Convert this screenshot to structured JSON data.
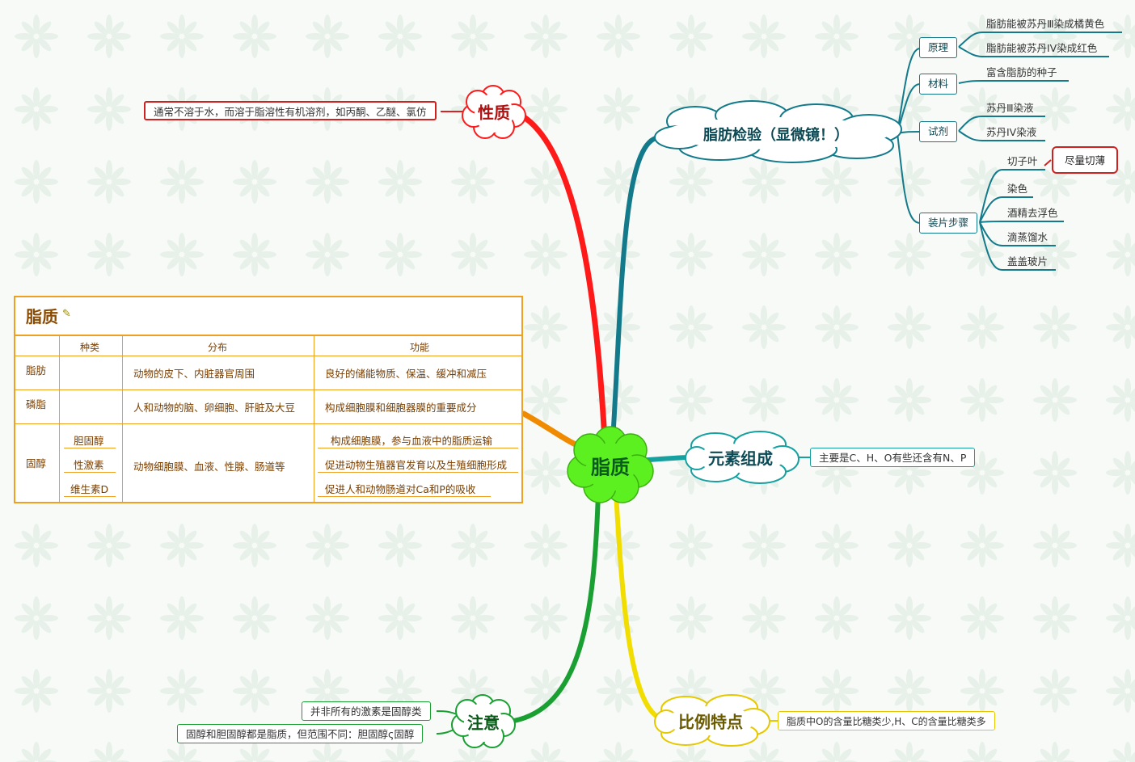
{
  "center": "脂质",
  "branches": {
    "xingzhi": {
      "title": "性质",
      "items": [
        "通常不溶于水，而溶于脂溶性有机溶剂，如丙酮、乙醚、氯仿"
      ]
    },
    "jianyan": {
      "title": "脂肪检验（显微镜！）",
      "yuanli": {
        "label": "原理",
        "items": [
          "脂肪能被苏丹Ⅲ染成橘黄色",
          "脂肪能被苏丹IV染成红色"
        ]
      },
      "cailiao": {
        "label": "材料",
        "items": [
          "富含脂肪的种子"
        ]
      },
      "shiji": {
        "label": "试剂",
        "items": [
          "苏丹Ⅲ染液",
          "苏丹IV染液"
        ]
      },
      "buzhou": {
        "label": "装片步骤",
        "items": [
          "切子叶",
          "染色",
          "酒精去浮色",
          "滴蒸馏水",
          "盖盖玻片"
        ],
        "note": "尽量切薄"
      }
    },
    "yuansu": {
      "title": "元素组成",
      "items": [
        "主要是C、H、O有些还含有N、P"
      ]
    },
    "bili": {
      "title": "比例特点",
      "items": [
        "脂质中O的含量比糖类少,H、C的含量比糖类多"
      ]
    },
    "zhuyi": {
      "title": "注意",
      "items": [
        "并非所有的激素是固醇类",
        "固醇和胆固醇都是脂质，但范围不同：胆固醇ς固醇"
      ]
    }
  },
  "table": {
    "title": "脂质",
    "headers": [
      "种类",
      "分布",
      "功能"
    ],
    "rows": {
      "zhifang": {
        "name": "脂肪",
        "dist": "动物的皮下、内脏器官周围",
        "func": "良好的储能物质、保温、缓冲和减压"
      },
      "linzhi": {
        "name": "磷脂",
        "dist": "人和动物的脑、卵细胞、肝脏及大豆",
        "func": "构成细胞膜和细胞器膜的重要成分"
      },
      "guchun": {
        "name": "固醇",
        "subs": [
          "胆固醇",
          "性激素",
          "维生素D"
        ],
        "dist": "动物细胞膜、血液、性腺、肠道等",
        "funcs": [
          "构成细胞膜，参与血液中的脂质运输",
          "促进动物生殖器官发育以及生殖细胞形成",
          "促进人和动物肠道对Ca和P的吸收"
        ]
      }
    }
  },
  "colors": {
    "red": "#ff1a1a",
    "teal": "#127a8a",
    "cyan": "#16a0a0",
    "yellow": "#f2dd00",
    "green": "#1aa032",
    "orange": "#f08a00",
    "center_fill": "#5cf020",
    "center_text": "#0b5a20"
  }
}
